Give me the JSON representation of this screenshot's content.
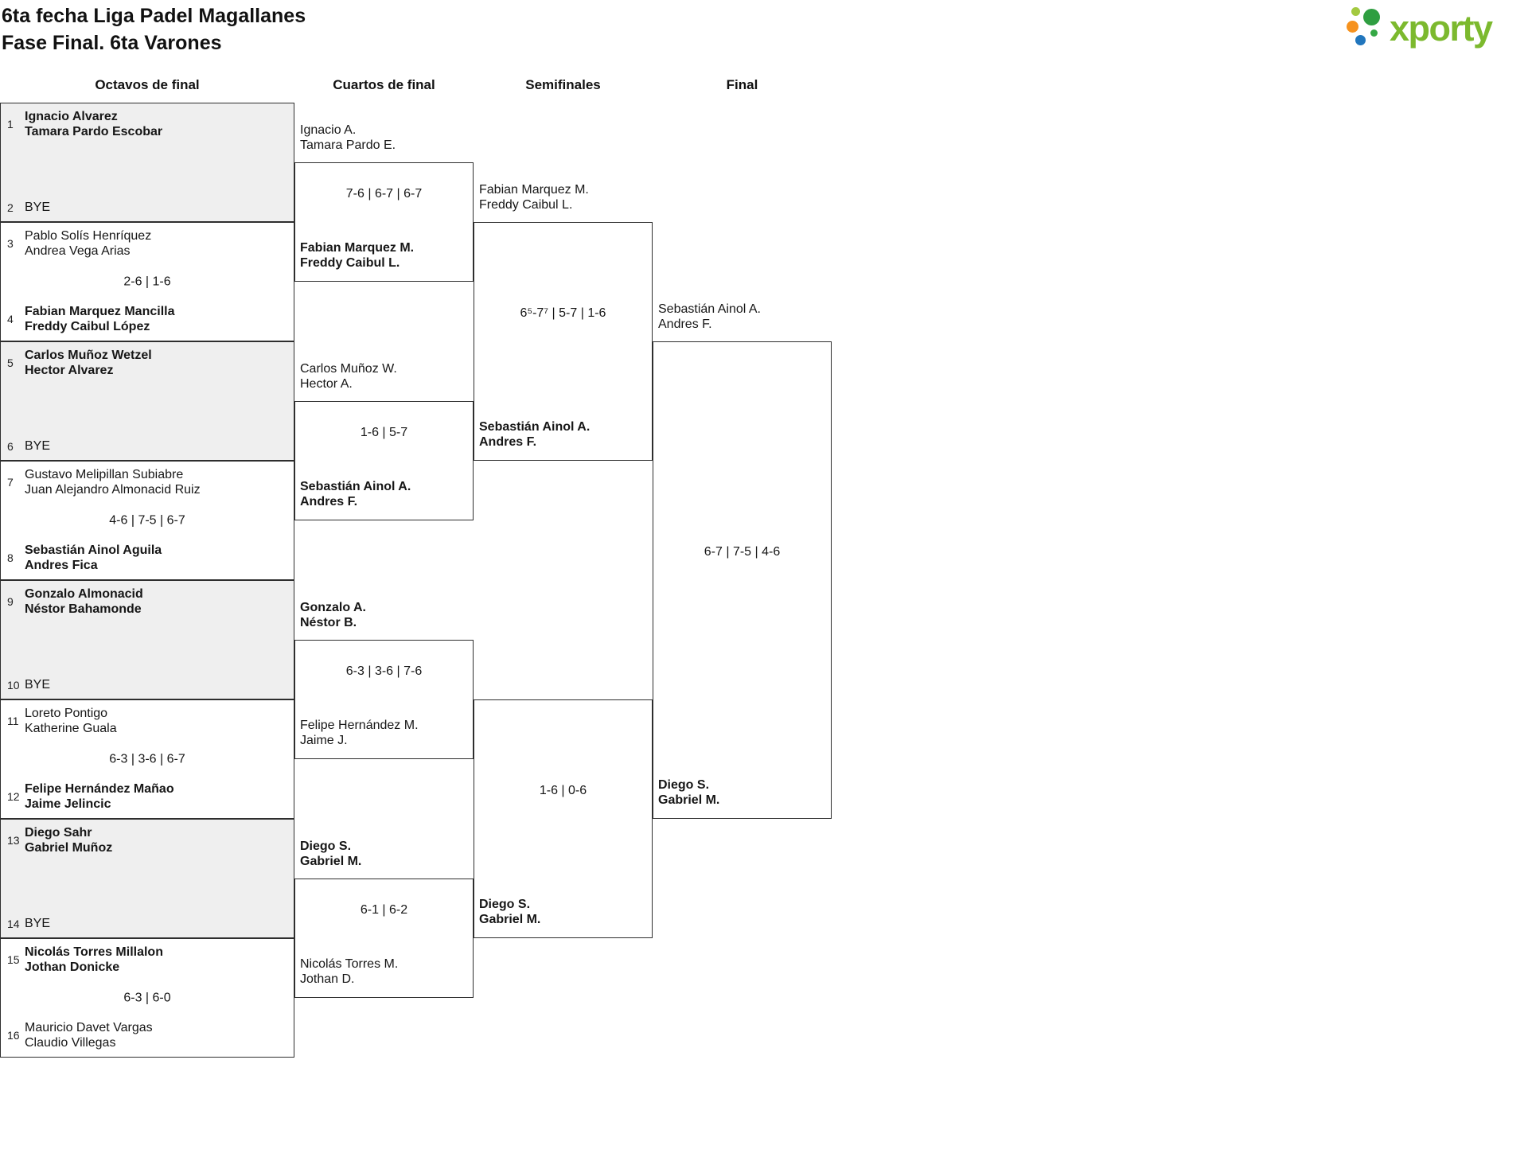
{
  "header": {
    "title_line1": "6ta fecha Liga Padel Magallanes",
    "title_line2": "Fase Final. 6ta Varones"
  },
  "logo": {
    "text": "xporty"
  },
  "round_headers": [
    "Octavos de final",
    "Cuartos de final",
    "Semifinales",
    "Final"
  ],
  "octavos": {
    "matches": [
      {
        "score": "",
        "team1": {
          "seed": "1",
          "line1": "Ignacio Alvarez",
          "line2": "Tamara Pardo Escobar"
        },
        "team2": {
          "seed": "2",
          "line1": "BYE",
          "line2": ""
        }
      },
      {
        "score": "2-6 | 1-6",
        "team1": {
          "seed": "3",
          "line1": "Pablo Solís Henríquez",
          "line2": "Andrea Vega Arias"
        },
        "team2": {
          "seed": "4",
          "line1": "Fabian Marquez Mancilla",
          "line2": "Freddy Caibul López"
        }
      },
      {
        "score": "",
        "team1": {
          "seed": "5",
          "line1": "Carlos Muñoz Wetzel",
          "line2": "Hector Alvarez"
        },
        "team2": {
          "seed": "6",
          "line1": "BYE",
          "line2": ""
        }
      },
      {
        "score": "4-6 | 7-5 | 6-7",
        "team1": {
          "seed": "7",
          "line1": "Gustavo Melipillan Subiabre",
          "line2": "Juan Alejandro Almonacid Ruiz"
        },
        "team2": {
          "seed": "8",
          "line1": "Sebastián Ainol Aguila",
          "line2": "Andres Fica"
        }
      },
      {
        "score": "",
        "team1": {
          "seed": "9",
          "line1": "Gonzalo Almonacid",
          "line2": "Néstor Bahamonde"
        },
        "team2": {
          "seed": "10",
          "line1": "BYE",
          "line2": ""
        }
      },
      {
        "score": "6-3 | 3-6 | 6-7",
        "team1": {
          "seed": "11",
          "line1": "Loreto Pontigo",
          "line2": "Katherine Guala"
        },
        "team2": {
          "seed": "12",
          "line1": "Felipe Hernández Mañao",
          "line2": "Jaime Jelincic"
        }
      },
      {
        "score": "",
        "team1": {
          "seed": "13",
          "line1": "Diego Sahr",
          "line2": "Gabriel Muñoz"
        },
        "team2": {
          "seed": "14",
          "line1": "BYE",
          "line2": ""
        }
      },
      {
        "score": "6-3 | 6-0",
        "team1": {
          "seed": "15",
          "line1": "Nicolás Torres Millalon",
          "line2": "Jothan Donicke"
        },
        "team2": {
          "seed": "16",
          "line1": "Mauricio Davet Vargas",
          "line2": "Claudio Villegas"
        }
      }
    ]
  },
  "cuartos": {
    "matches": [
      {
        "score": "7-6 | 6-7 | 6-7",
        "top": {
          "line1": "Ignacio A.",
          "line2": "Tamara Pardo E."
        },
        "bottom": {
          "line1": "Fabian Marquez M.",
          "line2": "Freddy Caibul L."
        }
      },
      {
        "score": "1-6 | 5-7",
        "top": {
          "line1": "Carlos Muñoz W.",
          "line2": "Hector A."
        },
        "bottom": {
          "line1": "Sebastián Ainol A.",
          "line2": "Andres F."
        }
      },
      {
        "score": "6-3 | 3-6 | 7-6",
        "top": {
          "line1": "Gonzalo A.",
          "line2": "Néstor B."
        },
        "bottom": {
          "line1": "Felipe Hernández M.",
          "line2": "Jaime J."
        }
      },
      {
        "score": "6-1 | 6-2",
        "top": {
          "line1": "Diego S.",
          "line2": "Gabriel M."
        },
        "bottom": {
          "line1": "Nicolás Torres M.",
          "line2": "Jothan D."
        }
      }
    ]
  },
  "semifinales": {
    "matches": [
      {
        "score": "6⁵-7⁷ | 5-7 | 1-6",
        "top": {
          "line1": "Fabian Marquez M.",
          "line2": "Freddy Caibul L."
        },
        "bottom": {
          "line1": "Sebastián Ainol A.",
          "line2": "Andres F."
        }
      },
      {
        "score": "1-6 | 0-6",
        "top": {
          "line1": "",
          "line2": ""
        },
        "bottom": {
          "line1": "Diego S.",
          "line2": "Gabriel M."
        }
      }
    ]
  },
  "final": {
    "score": "6-7 | 7-5 | 4-6",
    "top": {
      "line1": "Sebastián Ainol A.",
      "line2": "Andres F."
    },
    "bottom": {
      "line1": "Diego S.",
      "line2": "Gabriel M."
    }
  }
}
